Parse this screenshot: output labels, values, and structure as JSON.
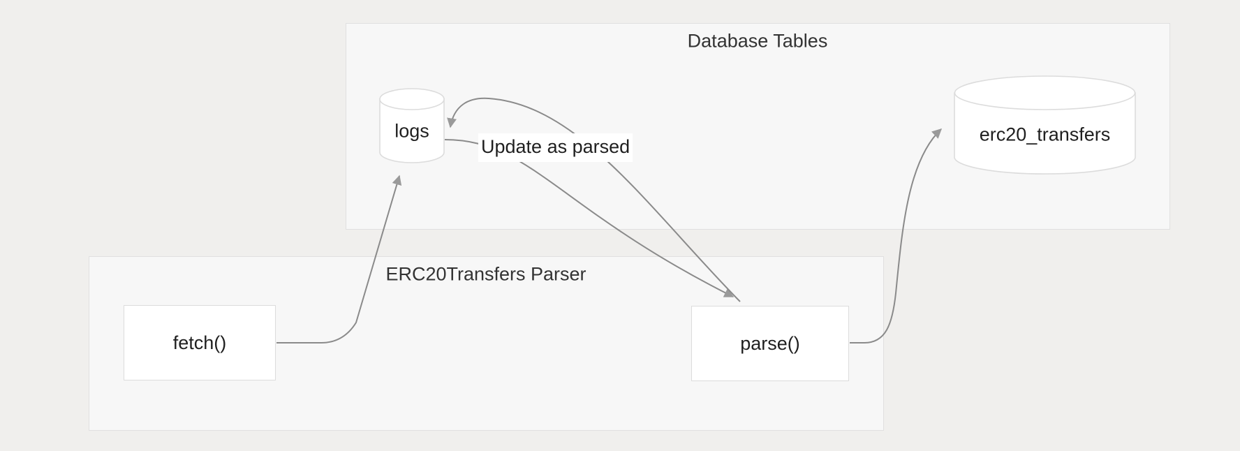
{
  "diagram": {
    "type": "flowchart",
    "background_color": "#f0efed",
    "edge_color": "#888888",
    "node_fill": "#ffffff",
    "node_stroke": "#dcdcdc",
    "cluster_fill": "#f7f7f7",
    "cluster_stroke": "#e0e0e0",
    "text_color": "#1f1f1f"
  },
  "clusters": [
    {
      "id": "database-tables",
      "title": "Database Tables"
    },
    {
      "id": "erc20transfers-parser",
      "title": "ERC20Transfers Parser"
    }
  ],
  "nodes": [
    {
      "id": "logs",
      "label": "logs",
      "shape": "cylinder",
      "cluster": "database-tables"
    },
    {
      "id": "erc20_transfers",
      "label": "erc20_transfers",
      "shape": "cylinder",
      "cluster": "database-tables"
    },
    {
      "id": "fetch",
      "label": "fetch()",
      "shape": "rect",
      "cluster": "erc20transfers-parser"
    },
    {
      "id": "parse",
      "label": "parse()",
      "shape": "rect",
      "cluster": "erc20transfers-parser"
    }
  ],
  "edges": [
    {
      "id": "fetch-to-logs",
      "from": "fetch",
      "to": "logs",
      "label": ""
    },
    {
      "id": "logs-to-parse",
      "from": "logs",
      "to": "parse",
      "label": ""
    },
    {
      "id": "parse-to-logs",
      "from": "parse",
      "to": "logs",
      "label": "Update as parsed"
    },
    {
      "id": "parse-to-erc20",
      "from": "parse",
      "to": "erc20_transfers",
      "label": ""
    }
  ],
  "edge_labels": {
    "update_as_parsed": "Update as parsed"
  }
}
